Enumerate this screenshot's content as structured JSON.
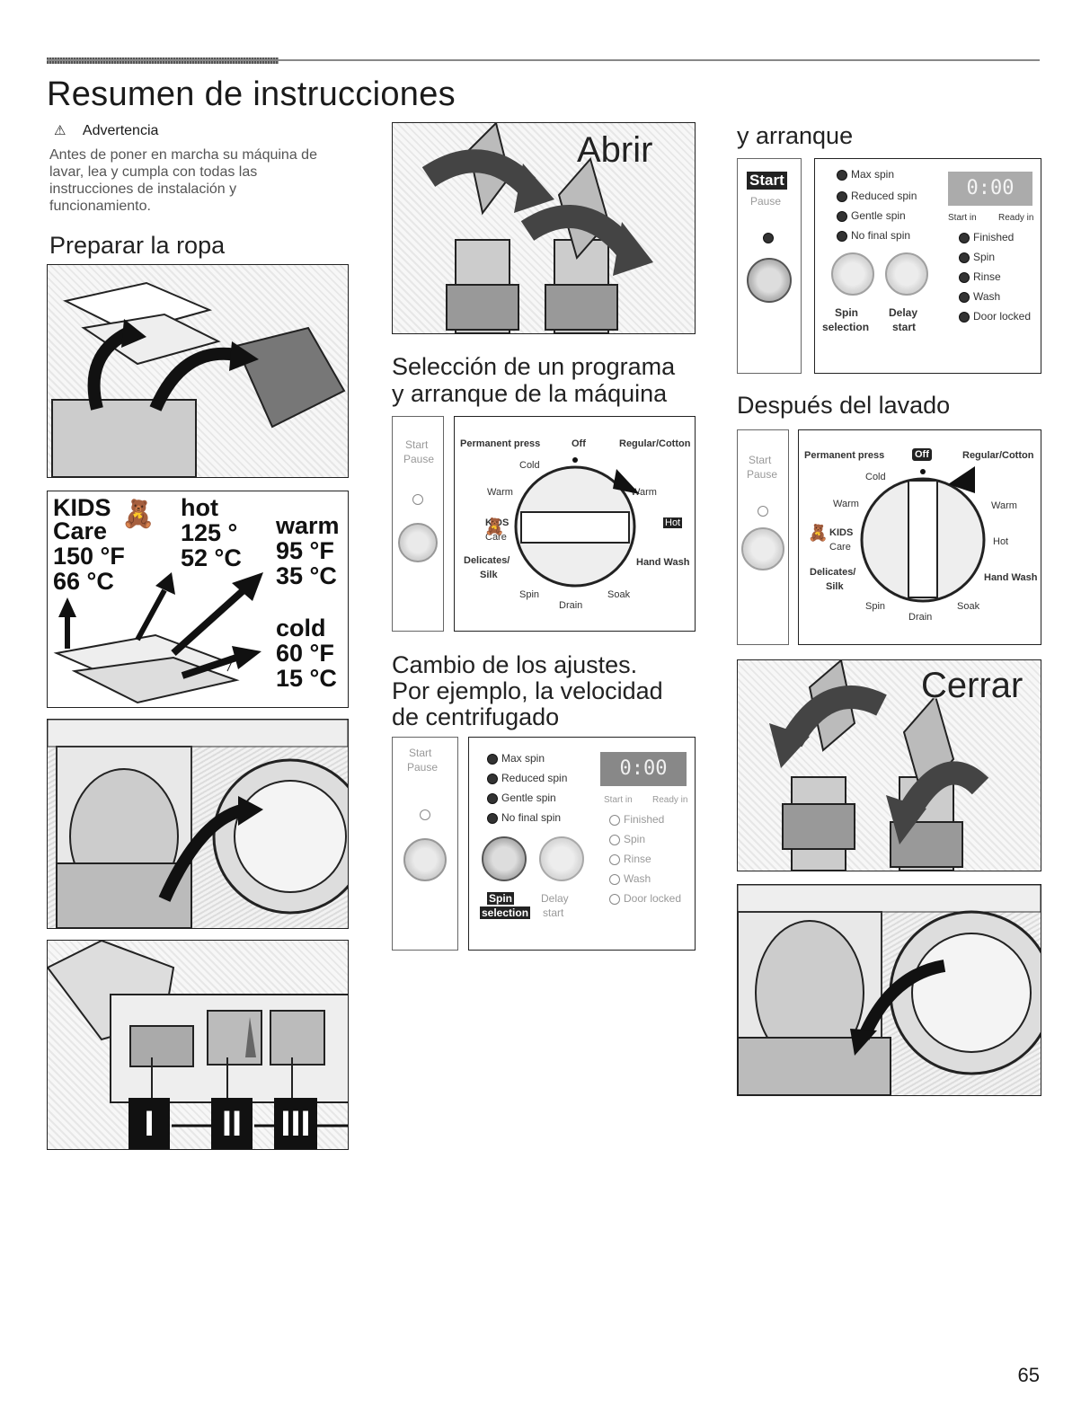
{
  "title": "Resumen de instrucciones",
  "warning": {
    "label": "Advertencia",
    "text": "Antes de poner en marcha su máquina de lavar, lea y cumpla con todas las instrucciones de instalación y funcionamiento."
  },
  "sections": {
    "prepare": "Preparar la ropa",
    "select_line1": "Selección de un programa",
    "select_line2": "y arranque de la máquina",
    "change_line1": "Cambio de los ajustes.",
    "change_line2": "Por ejemplo, la velocidad",
    "change_line3": "de centrifugado",
    "start": "y arranque",
    "after": "Después del lavado"
  },
  "overlays": {
    "open": "Abrir",
    "close": "Cerrar"
  },
  "temperatures": {
    "kids_line1": "KIDS",
    "kids_line2": "Care",
    "kids_f": "150 °F",
    "kids_c": "66 °C",
    "hot_label": "hot",
    "hot_f": "125 °",
    "hot_c": "52 °C",
    "warm_label": "warm",
    "warm_f": "95 °F",
    "warm_c": "35 °C",
    "cold_label": "cold",
    "cold_f": "60 °F",
    "cold_c": "15 °C"
  },
  "dispenser": [
    "I",
    "II",
    "III"
  ],
  "dial": {
    "permanent_press": "Permanent press",
    "off": "Off",
    "regular_cotton": "Regular/Cotton",
    "cold": "Cold",
    "warm": "Warm",
    "kids": "KIDS",
    "care": "Care",
    "hot": "Hot",
    "delicates": "Delicates/",
    "silk": "Silk",
    "hand_wash": "Hand Wash",
    "spin": "Spin",
    "soak": "Soak",
    "drain": "Drain"
  },
  "control_panel": {
    "start": "Start",
    "pause": "Pause",
    "max_spin": "Max spin",
    "reduced_spin": "Reduced spin",
    "gentle_spin": "Gentle spin",
    "no_final_spin": "No final spin",
    "spin": "Spin",
    "selection": "selection",
    "delay": "Delay",
    "start_lower": "start",
    "display": "0:00",
    "start_in": "Start in",
    "ready_in": "Ready in",
    "finished": "Finished",
    "spin_status": "Spin",
    "rinse": "Rinse",
    "wash": "Wash",
    "door_locked": "Door locked"
  },
  "page_number": "65"
}
